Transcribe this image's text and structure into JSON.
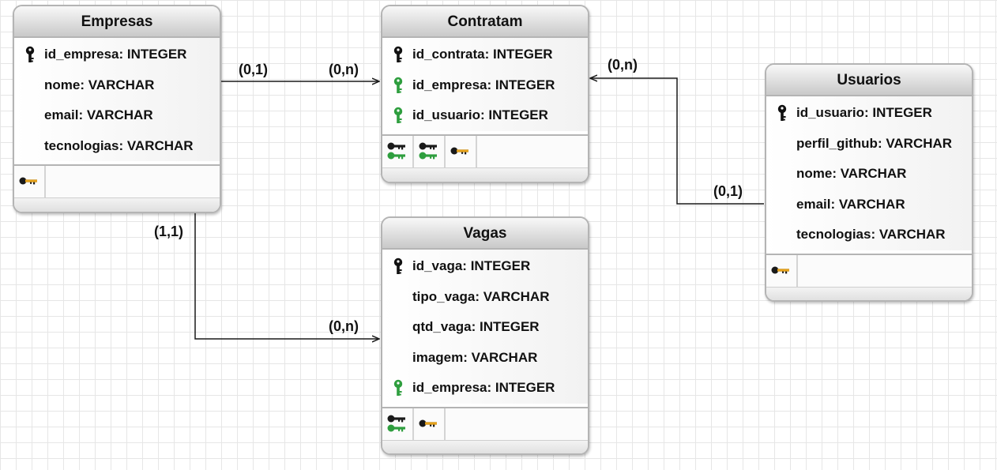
{
  "tables": {
    "empresas": {
      "title": "Empresas",
      "columns": [
        {
          "text": "id_empresa: INTEGER",
          "key": "pk"
        },
        {
          "text": "nome: VARCHAR",
          "key": "none"
        },
        {
          "text": "email: VARCHAR",
          "key": "none"
        },
        {
          "text": "tecnologias: VARCHAR",
          "key": "none"
        }
      ],
      "footer_icons": [
        "gold-key-icon"
      ]
    },
    "contratam": {
      "title": "Contratam",
      "columns": [
        {
          "text": "id_contrata: INTEGER",
          "key": "pk"
        },
        {
          "text": "id_empresa: INTEGER",
          "key": "fk"
        },
        {
          "text": "id_usuario: INTEGER",
          "key": "fk"
        }
      ],
      "footer_icons": [
        "black-green-keys-icon",
        "black-green-keys-icon",
        "gold-key-icon"
      ]
    },
    "usuarios": {
      "title": "Usuarios",
      "columns": [
        {
          "text": "id_usuario: INTEGER",
          "key": "pk"
        },
        {
          "text": "perfil_github: VARCHAR",
          "key": "none"
        },
        {
          "text": "nome: VARCHAR",
          "key": "none"
        },
        {
          "text": "email: VARCHAR",
          "key": "none"
        },
        {
          "text": "tecnologias: VARCHAR",
          "key": "none"
        }
      ],
      "footer_icons": [
        "gold-key-icon"
      ]
    },
    "vagas": {
      "title": "Vagas",
      "columns": [
        {
          "text": "id_vaga: INTEGER",
          "key": "pk"
        },
        {
          "text": "tipo_vaga: VARCHAR",
          "key": "none"
        },
        {
          "text": "qtd_vaga: INTEGER",
          "key": "none"
        },
        {
          "text": "imagem: VARCHAR",
          "key": "none"
        },
        {
          "text": "id_empresa: INTEGER",
          "key": "fk"
        }
      ],
      "footer_icons": [
        "black-green-keys-icon",
        "gold-key-icon"
      ]
    }
  },
  "relationships": {
    "empresas_contratam": {
      "source_card": "(0,1)",
      "target_card": "(0,n)"
    },
    "usuarios_contratam": {
      "source_card": "(0,1)",
      "target_card": "(0,n)"
    },
    "empresas_vagas": {
      "source_card": "(1,1)",
      "target_card": "(0,n)"
    }
  },
  "colors": {
    "pk_key": "#111111",
    "fk_key": "#2e9e3e",
    "index_key": "#e6a21a",
    "line": "#1a1a1a"
  }
}
